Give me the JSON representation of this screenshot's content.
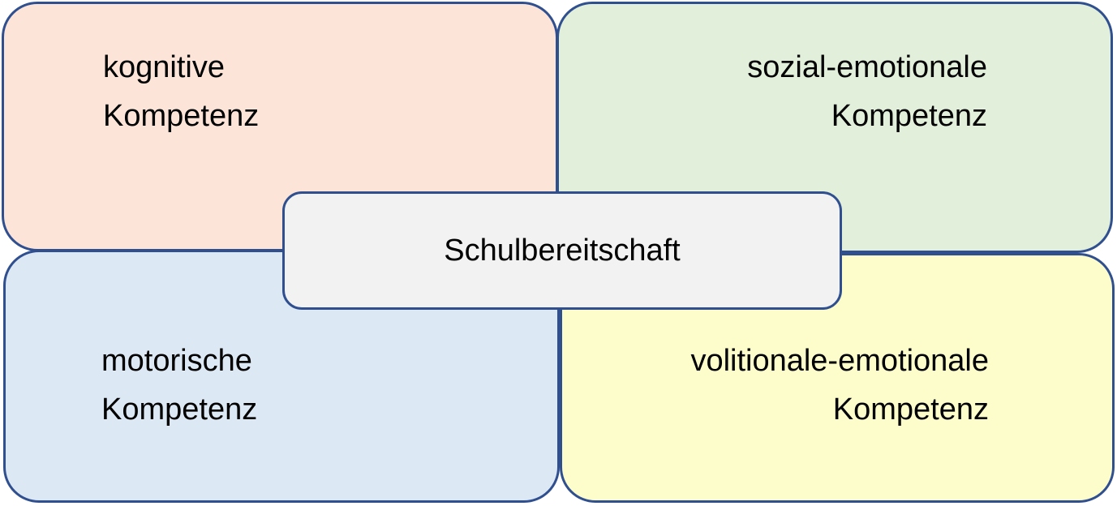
{
  "diagram": {
    "center": {
      "label": "Schulbereitschaft",
      "fill": "#f2f2f2"
    },
    "quadrants": {
      "top_left": {
        "line1": "kognitive",
        "line2": "Kompetenz",
        "fill": "#fce4d8"
      },
      "top_right": {
        "line1": "sozial-emotionale",
        "line2": "Kompetenz",
        "fill": "#e2efda"
      },
      "bottom_left": {
        "line1": "motorische",
        "line2": "Kompetenz",
        "fill": "#dde8f5"
      },
      "bottom_right": {
        "line1": "volitionale-emotionale",
        "line2": "Kompetenz",
        "fill": "#fdfccb"
      }
    },
    "border_color": "#2f4f8f"
  }
}
